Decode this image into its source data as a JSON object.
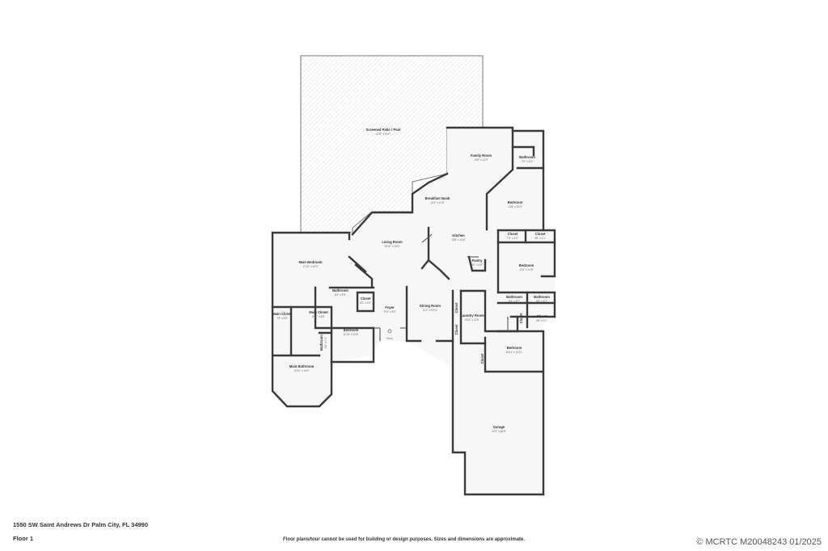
{
  "rooms": [
    {
      "key": "patio",
      "name": "Screened Patio / Pool",
      "dim": "47'8\" x 46'0\""
    },
    {
      "key": "family",
      "name": "Family Room",
      "dim": "19'8\" x 21'0\""
    },
    {
      "key": "bath_ne",
      "name": "Bathroom",
      "dim": "7'6\" x 8'0\""
    },
    {
      "key": "breakfast",
      "name": "Breakfast Nook",
      "dim": "10'2\" x 10'8\""
    },
    {
      "key": "bed_ne",
      "name": "Bedroom",
      "dim": "14'8\" x 16'0\""
    },
    {
      "key": "closet_a",
      "name": "Closet",
      "dim": "7'0\" x 4'0\""
    },
    {
      "key": "closet_b",
      "name": "Closet",
      "dim": "4'8\" x 4'1\""
    },
    {
      "key": "kitchen",
      "name": "Kitchen",
      "dim": "15'8\" x 16'8\""
    },
    {
      "key": "living",
      "name": "Living Room",
      "dim": "18'10\" x 19'0\""
    },
    {
      "key": "pantry",
      "name": "Pantry",
      "dim": "3'0\" x 4'8\""
    },
    {
      "key": "main_bed",
      "name": "Main Bedroom",
      "dim": "17'10\" x 20'0\""
    },
    {
      "key": "bed_e",
      "name": "Bedroom",
      "dim": "12'8\" x 11'8\""
    },
    {
      "key": "bath_mid",
      "name": "Bathroom",
      "dim": "8'4\" x 5'8\""
    },
    {
      "key": "closet_mid",
      "name": "Closet",
      "dim": "4'1\" x 5'4\""
    },
    {
      "key": "bath_e1",
      "name": "Bathroom",
      "dim": "8'4\" x 5'7\""
    },
    {
      "key": "bath_e2",
      "name": "Bathroom",
      "dim": "8'8\" x 5'7\""
    },
    {
      "key": "foyer",
      "name": "Foyer",
      "dim": "10'4\" x 8'0\""
    },
    {
      "key": "dining",
      "name": "Dining Room",
      "dim": "11'4\" x 16'11\""
    },
    {
      "key": "closet_e",
      "name": "Closet",
      "dim": "4'6\" x 5'2\""
    },
    {
      "key": "main_closet",
      "name": "Main Closet",
      "dim": "7'8\" x 8'8\""
    },
    {
      "key": "main_closet2",
      "name": "Main Closet",
      "dim": "8'11\" x 8'8\""
    },
    {
      "key": "laundry",
      "name": "Laundry Room",
      "dim": "8'10\" x 11'8\""
    },
    {
      "key": "closet_l1",
      "name": "Closet",
      "dim": ""
    },
    {
      "key": "closet_l2",
      "name": "Closet",
      "dim": ""
    },
    {
      "key": "bed_w",
      "name": "Bedroom",
      "dim": "11'10\" x 12'8\""
    },
    {
      "key": "bath_w",
      "name": "Bathroom",
      "dim": "5'6\" x 7'4\""
    },
    {
      "key": "bed_se",
      "name": "Bedroom",
      "dim": "10'11\" x 14'11\""
    },
    {
      "key": "closet_se",
      "name": "Closet",
      "dim": ""
    },
    {
      "key": "closet_s",
      "name": "Closet",
      "dim": ""
    },
    {
      "key": "main_bath",
      "name": "Main Bathroom",
      "dim": "15'11\" x 14'0\""
    },
    {
      "key": "garage",
      "name": "Garage",
      "dim": "22'4\" x 36'8\""
    }
  ],
  "entry_label": "Entry",
  "footer": {
    "address": "1550 SW Saint Andrews Dr Palm City, FL 34990",
    "floor": "Floor 1",
    "disclaimer": "Floor plans/tour cannot be used for building or design purposes. Sizes and dimensions are approximate.",
    "watermark": "© MCRTC M20048243 01/2025"
  }
}
